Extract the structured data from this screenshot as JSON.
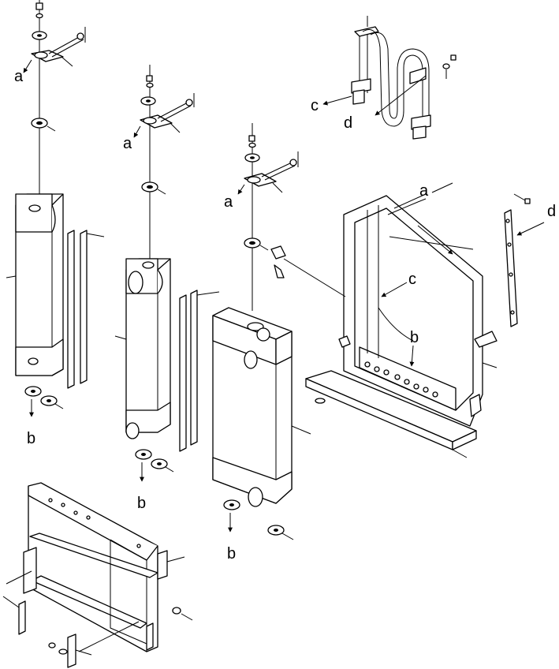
{
  "diagram": {
    "labels": {
      "a": "a",
      "b": "b",
      "c": "c",
      "d": "d"
    }
  }
}
